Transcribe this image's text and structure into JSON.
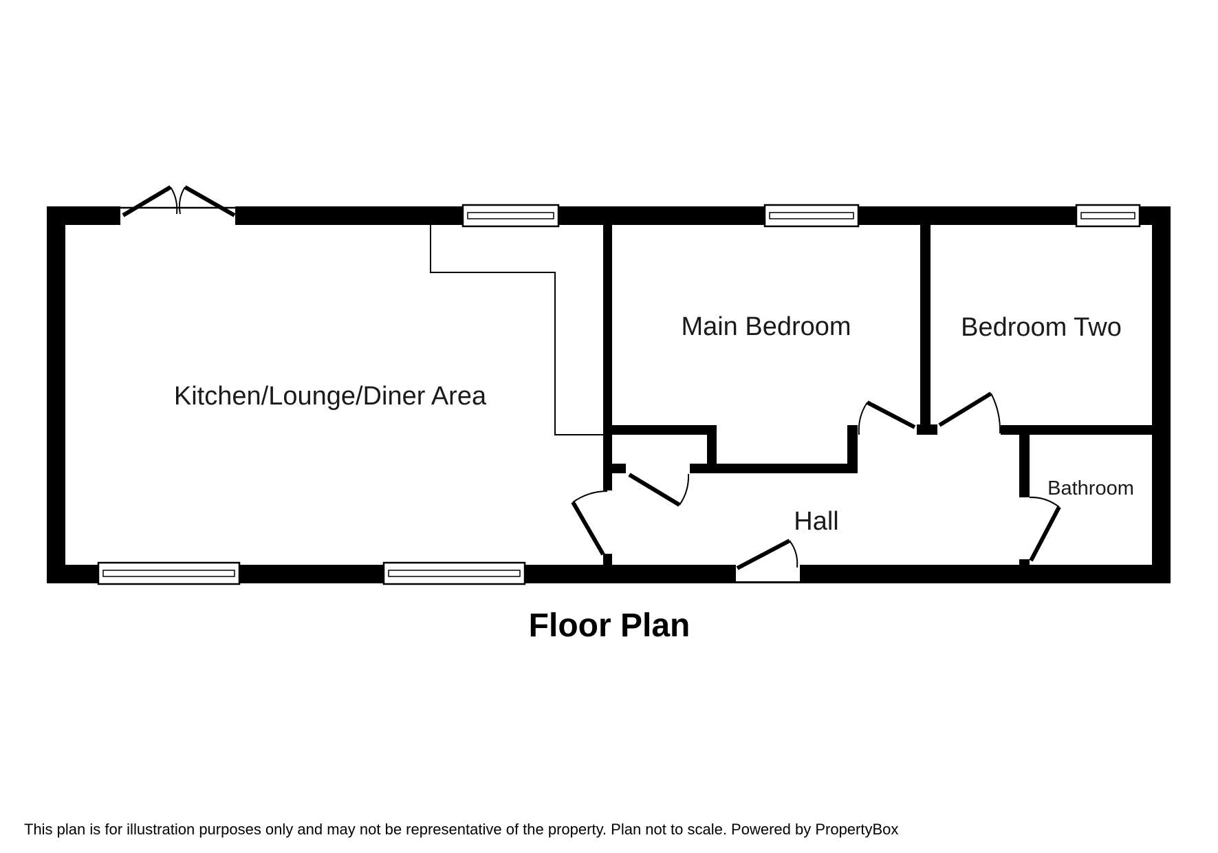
{
  "title": "Floor Plan",
  "rooms": {
    "kitchen": {
      "label": "Kitchen/Lounge/Diner Area"
    },
    "main_bedroom": {
      "label": "Main Bedroom"
    },
    "bedroom_two": {
      "label": "Bedroom Two"
    },
    "hall": {
      "label": "Hall"
    },
    "bathroom": {
      "label": "Bathroom"
    }
  },
  "footer": {
    "disclaimer": "This plan is for illustration purposes only and may not be representative of the property. Plan not to scale. Powered by PropertyBox"
  },
  "colors": {
    "wall": "#000000",
    "background": "#ffffff"
  }
}
